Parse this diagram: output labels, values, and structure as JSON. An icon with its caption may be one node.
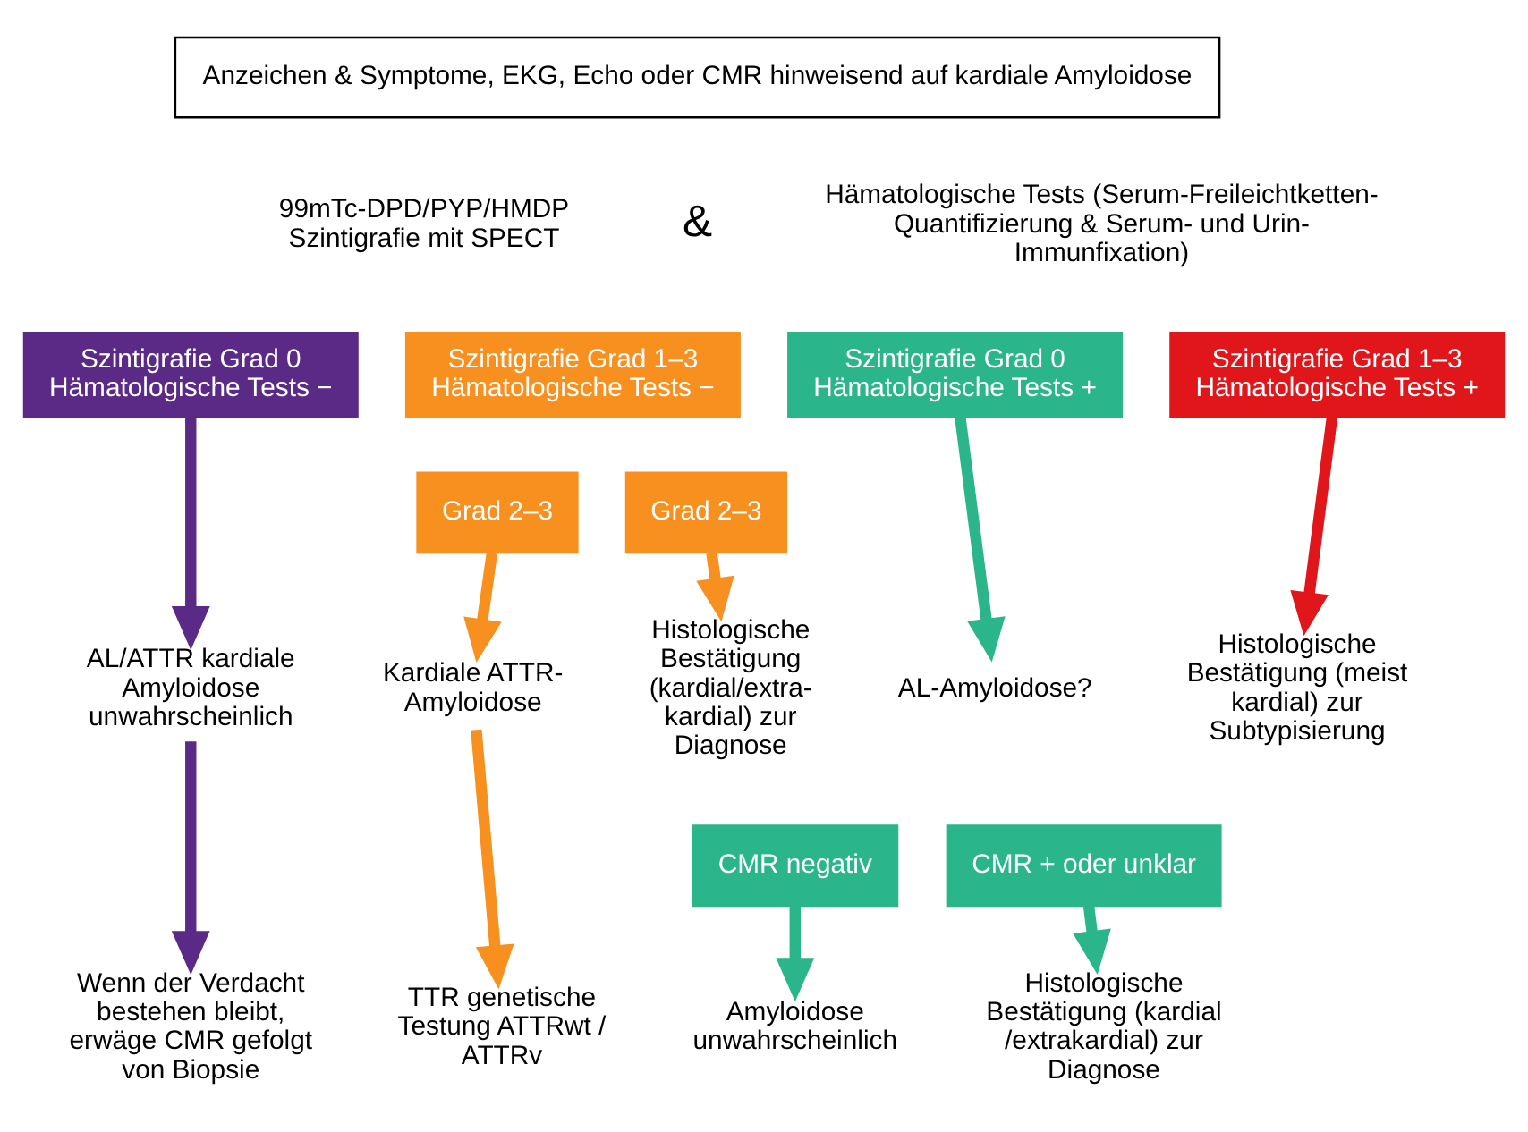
{
  "diagram": {
    "nodes": [
      {
        "text": [
          "Anzeichen & Symptome, EKG, Echo oder CMR hinweisend auf kardiale Amyloidose"
        ]
      },
      {
        "text": [
          "99mTc-DPD/PYP/HMDP Szintigrafie mit SPECT"
        ]
      },
      {
        "text": [
          "Hämatologische Tests (Serum-Freileichtketten-Quantifizierung & Serum- und Urin-Immunfixation)"
        ]
      },
      {
        "text": [
          "Szintigrafie Grad 0 Hämatologische Tests −"
        ]
      },
      {
        "text": [
          "Szintigrafie Grad 1–3 Hämatologische Tests −"
        ]
      },
      {
        "text": [
          "Szintigrafie Grad 0 Hämatologische Tests +"
        ]
      },
      {
        "text": [
          "Szintigrafie Grad 1–3 Hämatologische Tests +"
        ]
      },
      {
        "text": [
          "Grad 2–3"
        ]
      },
      {
        "text": [
          "Grad 2–3"
        ]
      },
      {
        "text": [
          "AL/ATTR kardiale Amyloidose unwahrscheinlich"
        ]
      },
      {
        "text": [
          "Kardiale ATTR-Amyloidose"
        ]
      },
      {
        "text": [
          "Histologische Bestätigung (kardial/extra-kardial) zur Diagnose"
        ]
      },
      {
        "text": [
          "AL-Amyloidose?"
        ]
      },
      {
        "text": [
          "Histologische Bestätigung (meist kardial) zur Subtypisierung"
        ]
      },
      {
        "text": [
          "CMR negativ"
        ]
      },
      {
        "text": [
          "CMR + oder unklar"
        ]
      },
      {
        "text": [
          "Wenn der Verdacht bestehen bleibt, erwäge CMR gefolgt von Biopsie"
        ]
      },
      {
        "text": [
          "TTR genetische Testung ATTRwt / ATTRv"
        ]
      },
      {
        "text": [
          "Amyloidose unwahrscheinlich"
        ]
      },
      {
        "text": [
          "Histologische Bestätigung (kardial/extrakardial) zur Diagnose"
        ]
      }
    ],
    "edges": [
      {
        "from": 3,
        "to": 9,
        "arrow": "to",
        "color": "#5b2a86"
      },
      {
        "from": 9,
        "to": 16,
        "arrow": "to",
        "color": "#5b2a86"
      },
      {
        "from": 7,
        "to": 10,
        "arrow": "to",
        "color": "#f7901e"
      },
      {
        "from": 10,
        "to": 17,
        "arrow": "to",
        "color": "#f7901e"
      },
      {
        "from": 8,
        "to": 11,
        "arrow": "to",
        "color": "#f7901e"
      },
      {
        "from": 5,
        "to": 12,
        "arrow": "to",
        "color": "#2bb58a"
      },
      {
        "from": 14,
        "to": 18,
        "arrow": "to",
        "color": "#2bb58a"
      },
      {
        "from": 15,
        "to": 19,
        "arrow": "to",
        "color": "#2bb58a"
      },
      {
        "from": 6,
        "to": 13,
        "arrow": "to",
        "color": "#e0161b"
      }
    ],
    "labels": [
      "&"
    ]
  }
}
